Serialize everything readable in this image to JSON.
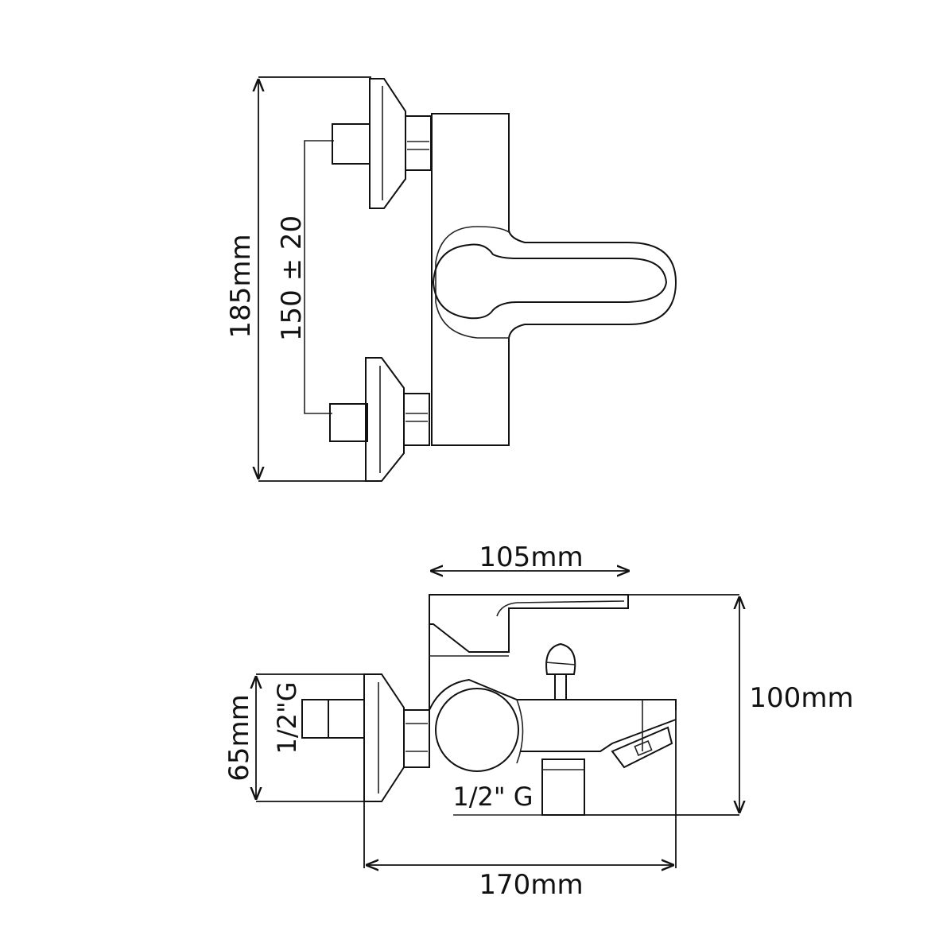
{
  "title": "Wall-mounted bath mixer dimensions",
  "top_view": {
    "height_label": "185mm",
    "centers_label": "150 ± 20"
  },
  "side_view": {
    "lever_width_label": "105mm",
    "total_height_label": "100mm",
    "inlet_height_label": "65mm",
    "inlet_thread_label": "1/2\"G",
    "outlet_thread_label": "1/2\" G",
    "total_depth_label": "170mm"
  },
  "colors": {
    "line": "#111111",
    "background": "#ffffff"
  }
}
